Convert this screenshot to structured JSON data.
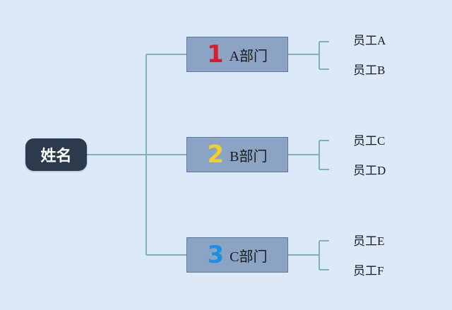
{
  "root": {
    "label": "姓名"
  },
  "departments": [
    {
      "number": "1",
      "label": "A部门",
      "color": "#d81e2c",
      "employees": [
        "员工A",
        "员工B"
      ]
    },
    {
      "number": "2",
      "label": "B部门",
      "color": "#f5cf29",
      "employees": [
        "员工C",
        "员工D"
      ]
    },
    {
      "number": "3",
      "label": "C部门",
      "color": "#1d8fe2",
      "employees": [
        "员工E",
        "员工F"
      ]
    }
  ],
  "colors": {
    "background": "#dbe9f8",
    "connector": "#7fb2b7",
    "root_fill": "#2c3a4e",
    "dept_fill": "#8ba4c4"
  }
}
